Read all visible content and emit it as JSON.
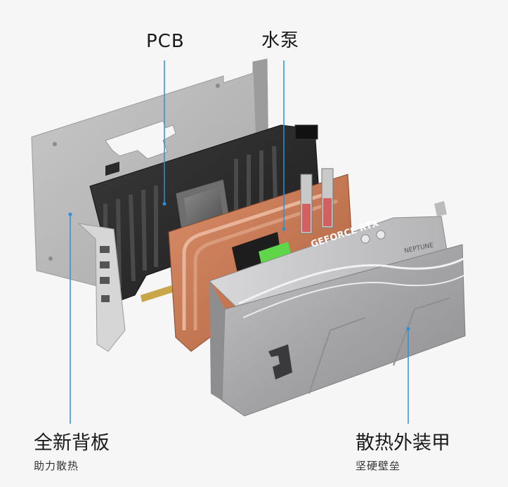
{
  "labels": {
    "pcb": "PCB",
    "pump": "水泵",
    "backplate_title": "全新背板",
    "backplate_sub": "助力散热",
    "shroud_title": "散热外装甲",
    "shroud_sub": "坚硬壁垒"
  },
  "product_text": {
    "geforce": "GEFORCE RTX",
    "brand": "NEPTUNE"
  },
  "colors": {
    "leader_line": "#2f8fd6",
    "background": "#f6f6f6",
    "backplate": "#b9b9b9",
    "pcb": "#2b2b2b",
    "copper": "#c97a55",
    "shroud": "#a9a9ab"
  }
}
